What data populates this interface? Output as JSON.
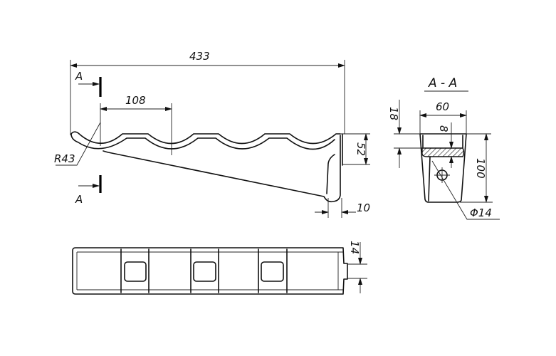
{
  "drawing": {
    "side_view": {
      "overall_length": "433",
      "pitch": "108",
      "height": "52",
      "leg_width": "10",
      "radius": "R43",
      "section_mark_top": "A",
      "section_mark_bottom": "A"
    },
    "section_view": {
      "title": "A - A",
      "width": "60",
      "top_offset": "18",
      "thickness": "8",
      "height": "100",
      "hole_diameter": "Φ14"
    },
    "plan_view": {
      "notch_width": "14"
    }
  }
}
